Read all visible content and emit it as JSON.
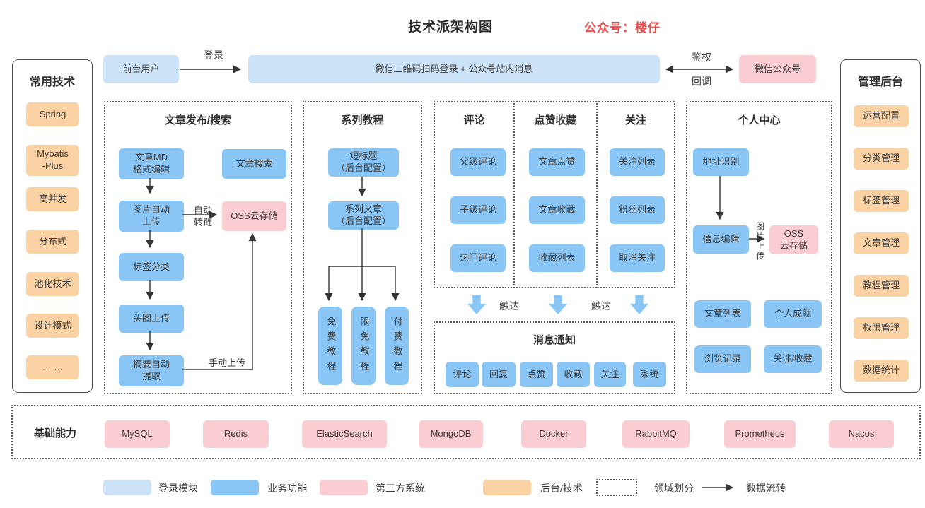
{
  "title": "技术派架构图",
  "subtitle": "公众号：楼仔",
  "colors": {
    "light_blue": "#CBE2F7",
    "blue": "#8AC6F5",
    "pink": "#FACDD2",
    "orange": "#FAD2A4",
    "red": "#F04A4A"
  },
  "top_flow": {
    "front_user": "前台用户",
    "login_label": "登录",
    "banner": "微信二维码扫码登录 + 公众号站内消息",
    "auth_label": "鉴权",
    "callback_label": "回调",
    "wechat_official": "微信公众号"
  },
  "left_panel": {
    "title": "常用技术",
    "items": [
      "Spring",
      "Mybatis\n-Plus",
      "高并发",
      "分布式",
      "池化技术",
      "设计模式",
      "… …"
    ]
  },
  "right_panel": {
    "title": "管理后台",
    "items": [
      "运营配置",
      "分类管理",
      "标签管理",
      "文章管理",
      "教程管理",
      "权限管理",
      "数据统计"
    ]
  },
  "article_section": {
    "title": "文章发布/搜索",
    "md_edit": "文章MD\n格式编辑",
    "search": "文章搜索",
    "image_upload": "图片自动\n上传",
    "auto_link_label": "自动\n转链",
    "oss": "OSS云存储",
    "tag_classify": "标签分类",
    "head_image": "头图上传",
    "summary": "摘要自动\n提取",
    "manual_upload_label": "手动上传"
  },
  "tutorial_section": {
    "title": "系列教程",
    "short_title": "短标题\n（后台配置）",
    "series_article": "系列文章\n（后台配置）",
    "free": "免费教程",
    "limited_free": "限免教程",
    "paid": "付费教程"
  },
  "comment_section": {
    "title": "评论",
    "items": [
      "父级评论",
      "子级评论",
      "热门评论"
    ]
  },
  "like_section": {
    "title": "点赞收藏",
    "items": [
      "文章点赞",
      "文章收藏",
      "收藏列表"
    ]
  },
  "follow_section": {
    "title": "关注",
    "items": [
      "关注列表",
      "粉丝列表",
      "取消关注"
    ]
  },
  "reach_label": "触达",
  "notify_section": {
    "title": "消息通知",
    "items": [
      "评论",
      "回复",
      "点赞",
      "收藏",
      "关注",
      "系统"
    ]
  },
  "personal_section": {
    "title": "个人中心",
    "address": "地址识别",
    "info_edit": "信息编辑",
    "image_upload_label": "图片上传",
    "oss": "OSS\n云存储",
    "article_list": "文章列表",
    "achievement": "个人成就",
    "history": "浏览记录",
    "follow_favorite": "关注/收藏"
  },
  "base_section": {
    "title": "基础能力",
    "items": [
      "MySQL",
      "Redis",
      "ElasticSearch",
      "MongoDB",
      "Docker",
      "RabbitMQ",
      "Prometheus",
      "Nacos"
    ]
  },
  "legend": {
    "login_module": "登录模块",
    "business": "业务功能",
    "third_party": "第三方系统",
    "backend_tech": "后台/技术",
    "domain_divide": "领域划分",
    "data_flow": "数据流转"
  }
}
